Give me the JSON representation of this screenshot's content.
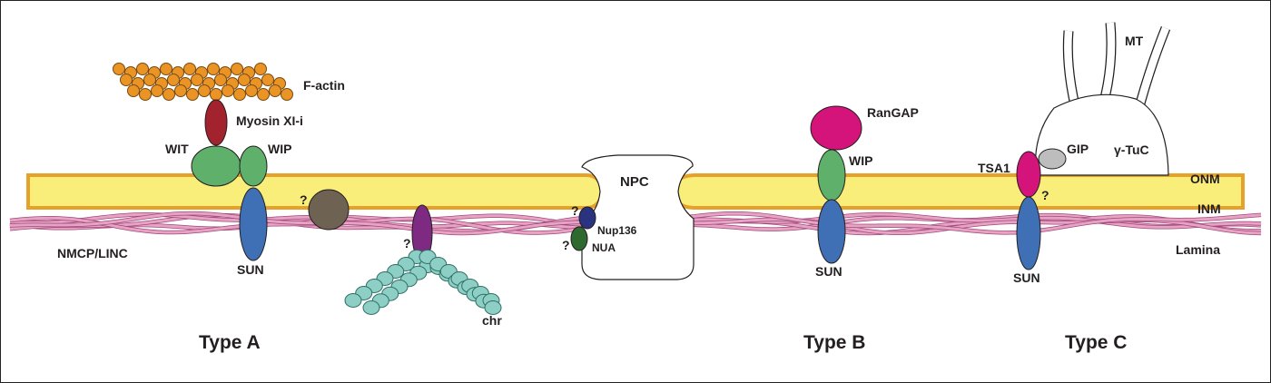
{
  "labels": {
    "factin": "F-actin",
    "myosin": "Myosin XI-i",
    "wit": "WIT",
    "wip_a": "WIP",
    "sun_a": "SUN",
    "nmcp": "NMCP/LINC",
    "q1": "?",
    "q2": "?",
    "chr": "chr",
    "npc": "NPC",
    "q3": "?",
    "q4": "?",
    "nup136": "Nup136",
    "nua": "NUA",
    "rangap": "RanGAP",
    "wip_b": "WIP",
    "sun_b": "SUN",
    "mt": "MT",
    "gip": "GIP",
    "gtuc": "γ-TuC",
    "tsa1": "TSA1",
    "q5": "?",
    "sun_c": "SUN",
    "onm": "ONM",
    "inm": "INM",
    "lamina": "Lamina",
    "type_a": "Type A",
    "type_b": "Type B",
    "type_c": "Type C"
  },
  "colors": {
    "membrane": "#f9ee79",
    "membrane_edge": "#e6a12a",
    "lamina": "#e7a3c4",
    "lamina_edge": "#a1477a",
    "actin": "#eb9426",
    "myosin": "#a2222d",
    "wit_wip": "#5fb06a",
    "sun": "#3f6fb5",
    "brown": "#6e6253",
    "purple": "#7e2a83",
    "chromatin": "#8dcfc4",
    "nup136": "#29337f",
    "nua": "#2e6a30",
    "rangap": "#d4147a",
    "tsa1": "#d4147a",
    "gip": "#bdbdbd"
  }
}
